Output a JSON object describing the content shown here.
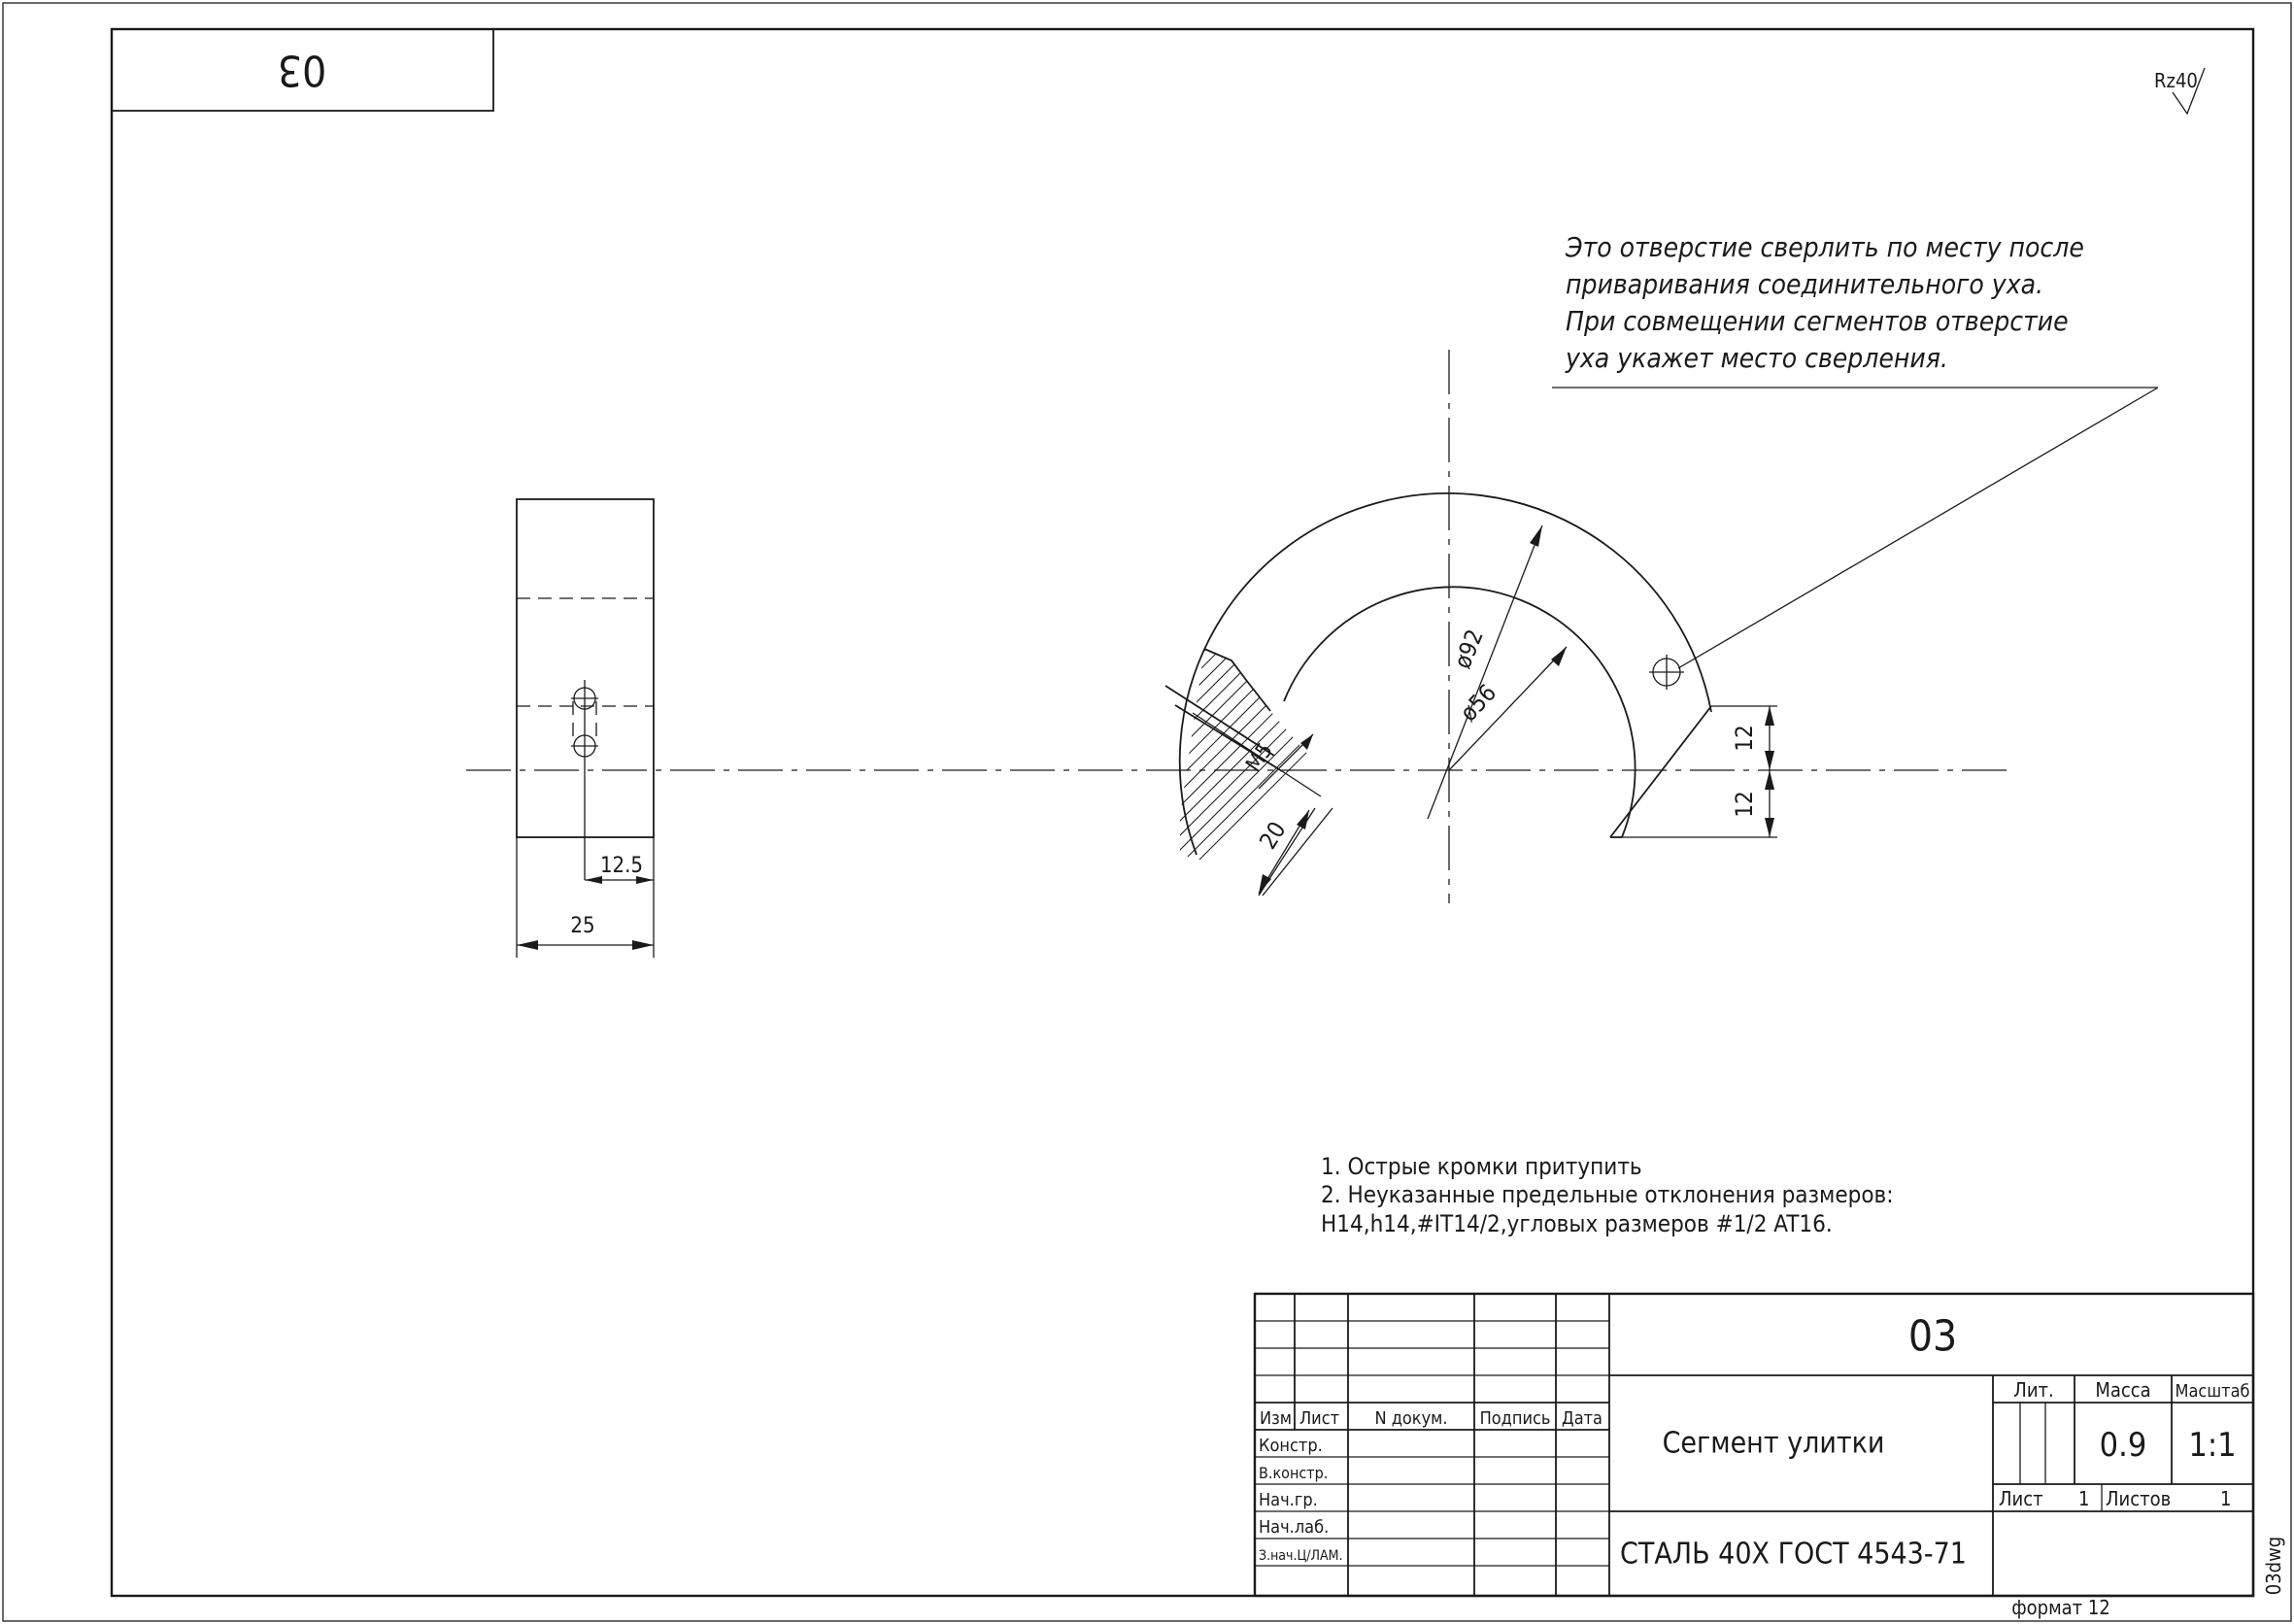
{
  "drawing": {
    "designation": "03",
    "designation_rotated": "03",
    "part_name": "Сегмент улитки",
    "material": "СТАЛЬ 40Х ГОСТ 4543-71",
    "file_name": "03dwg",
    "format_label": "формат 12",
    "roughness": "Rz40"
  },
  "title_block": {
    "headers": {
      "izm": "Изм",
      "list": "Лист",
      "n_dokum": "N докум.",
      "podpis": "Подпись",
      "data": "Дата",
      "lit": "Лит.",
      "massa": "Масса",
      "masshtab": "Масштаб",
      "list_label": "Лист",
      "listov_label": "Листов"
    },
    "roles": [
      "Констр.",
      "В.констр.",
      "Нач.гр.",
      "Нач.лаб.",
      "З.нач.Ц/ЛАМ."
    ],
    "mass_value": "0.9",
    "scale_value": "1:1",
    "sheet": "1",
    "sheets": "1"
  },
  "callout_note": [
    "Это отверстие сверлить по месту после",
    "приваривания соединительного уха.",
    "При совмещении сегментов отверстие",
    "уха укажет место сверления."
  ],
  "tech_notes": [
    "1. Острые кромки притупить",
    "2. Неуказанные предельные отклонения размеров:",
    "H14,h14,#IT14/2,угловых размеров #1/2 AT16."
  ],
  "dimensions": {
    "d_outer": "ø92",
    "d_inner": "ø56",
    "thread": "M5",
    "depth": "20",
    "offset_top": "12",
    "offset_bottom": "12",
    "half_width": "12.5",
    "width": "25"
  }
}
